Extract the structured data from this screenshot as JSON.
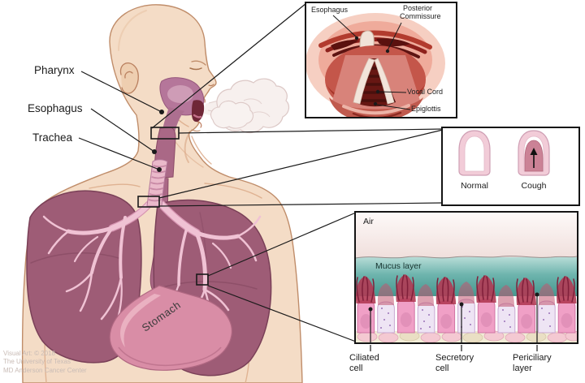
{
  "figure": {
    "description": "Medical illustration of upper body respiratory anatomy with cough airflow, three inset detail boxes",
    "main_labels": {
      "pharynx": "Pharynx",
      "esophagus": "Esophagus",
      "trachea": "Trachea",
      "stomach": "Stomach"
    },
    "inset_larynx": {
      "esophagus": "Esophagus",
      "posterior_commissure_line1": "Posterior",
      "posterior_commissure_line2": "Commissure",
      "vocal_cord": "Vocal Cord",
      "epiglottis": "Epiglottis"
    },
    "inset_trachea_rings": {
      "normal": "Normal",
      "cough": "Cough"
    },
    "inset_mucosa": {
      "air": "Air",
      "mucus_layer": "Mucus layer",
      "ciliated_line1": "Ciliated",
      "ciliated_line2": "cell",
      "secretory_line1": "Secretory",
      "secretory_line2": "cell",
      "periciliary_line1": "Periciliary",
      "periciliary_line2": "layer"
    },
    "credit": {
      "line1": "Visual Art: © 2018",
      "line2": "The University of Texas",
      "line3": "MD Anderson Cancer Center"
    },
    "colors": {
      "skin": "#f4dcc6",
      "skin_shadow": "#dcab8a",
      "body_outline": "#c08d6a",
      "lung": "#9e5c76",
      "lung_edge": "#7a4058",
      "bronchi_pink": "#f0c2d4",
      "trachea_pink": "#eab9ca",
      "esophagus_mauve": "#aa6886",
      "oral_mauve": "#b5769a",
      "stomach_pink": "#d98da6",
      "larynx_red": "#c4564a",
      "larynx_dark": "#6e1a16",
      "vocal_cord_cream": "#f2e4da",
      "ring_pink": "#f2ccd8",
      "cough_tongue": "#cb8296",
      "mucus_teal": "#4d9e98",
      "cilia_red": "#b23b55",
      "ciliated_cell": "#f0a0c6",
      "secretory_cell": "#eee4f4",
      "basal_cream": "#f1ecd6",
      "annotation_black": "#1a1a1a"
    }
  }
}
